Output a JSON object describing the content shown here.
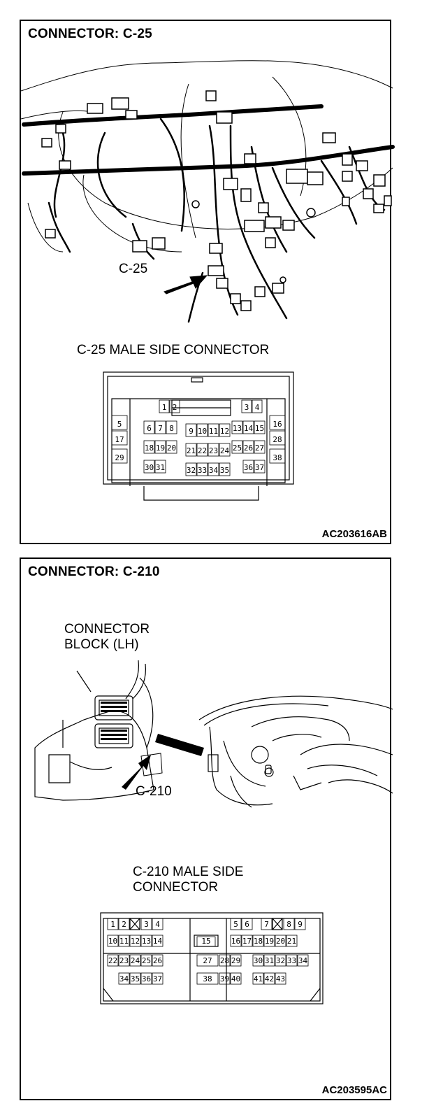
{
  "panels": [
    {
      "title": "CONNECTOR: C-25",
      "callout": "C-25",
      "connector_label": "C-25 MALE SIDE CONNECTOR",
      "code": "AC203616AB",
      "pins": [
        "1",
        "2",
        "3",
        "4",
        "5",
        "6",
        "7",
        "8",
        "9",
        "10",
        "11",
        "12",
        "13",
        "14",
        "15",
        "16",
        "17",
        "18",
        "19",
        "20",
        "21",
        "22",
        "23",
        "24",
        "25",
        "26",
        "27",
        "28",
        "29",
        "30",
        "31",
        "32",
        "33",
        "34",
        "35",
        "36",
        "37",
        "38"
      ]
    },
    {
      "title": "CONNECTOR: C-210",
      "block_label_line1": "CONNECTOR",
      "block_label_line2": "BLOCK (LH)",
      "callout": "C-210",
      "connector_label_line1": "C-210 MALE SIDE",
      "connector_label_line2": "CONNECTOR",
      "code": "AC203595AC",
      "pins": [
        "1",
        "2",
        "3",
        "4",
        "5",
        "6",
        "7",
        "8",
        "9",
        "10",
        "11",
        "12",
        "13",
        "14",
        "15",
        "16",
        "17",
        "18",
        "19",
        "20",
        "21",
        "22",
        "23",
        "24",
        "25",
        "26",
        "27",
        "28",
        "29",
        "30",
        "31",
        "32",
        "33",
        "34",
        "35",
        "36",
        "37",
        "38",
        "39",
        "40",
        "41",
        "42",
        "43"
      ]
    }
  ]
}
